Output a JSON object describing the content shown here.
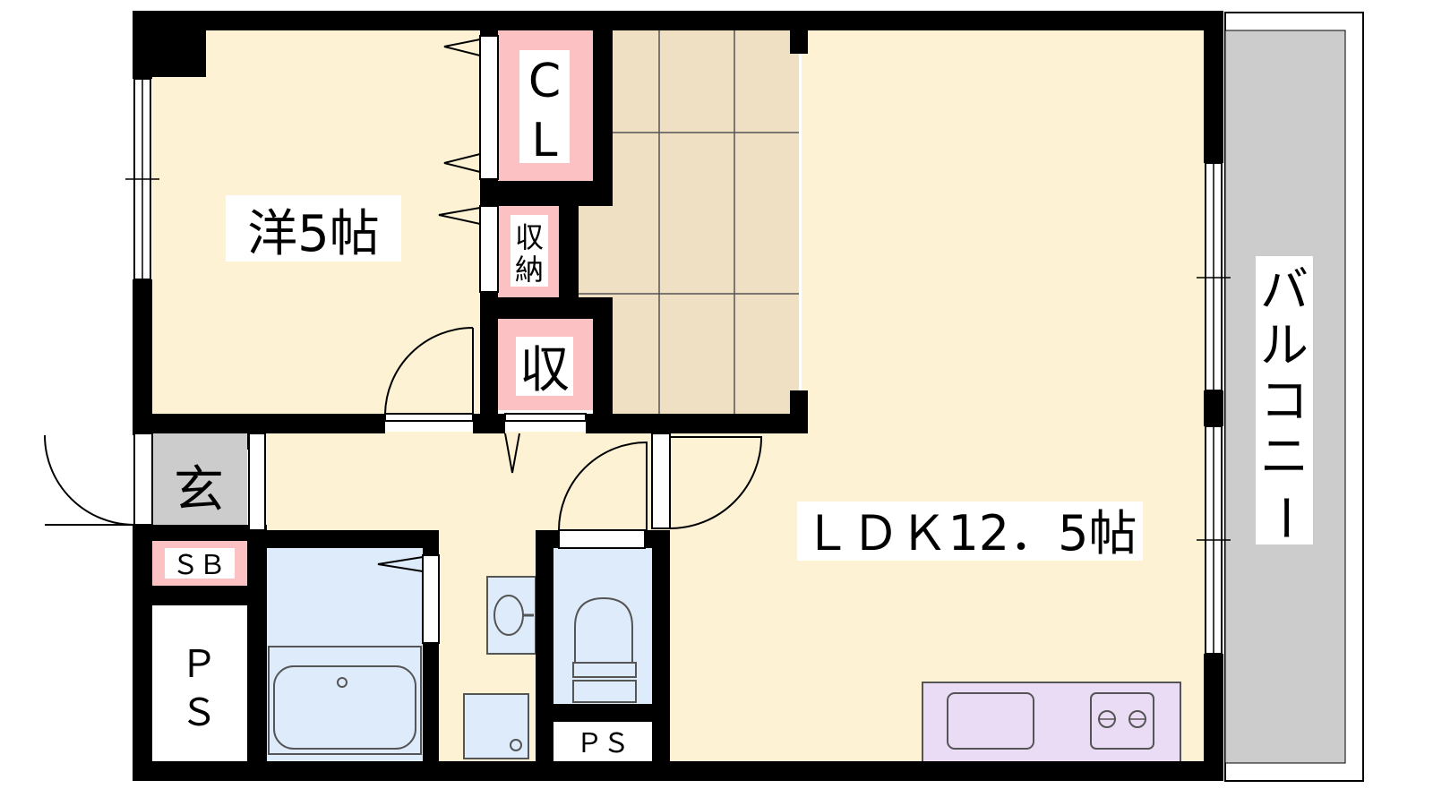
{
  "rooms": {
    "western_room": "洋5帖",
    "closet": [
      "C",
      "L"
    ],
    "storage_small": [
      "収",
      "納"
    ],
    "storage": "収",
    "entrance": "玄",
    "shoe_box": "ＳＢ",
    "pipe_space_left": [
      "Ｐ",
      "Ｓ"
    ],
    "pipe_space_bottom": "ＰＳ",
    "ldk": "ＬＤＫ12．5帖",
    "balcony": [
      "バ",
      "ル",
      "コ",
      "ニ",
      "ー"
    ]
  },
  "colors": {
    "wall": "#000000",
    "floor": "#fdf2d3",
    "stairs": "#efdfc3",
    "storage": "#fbc1c3",
    "wet_area": "#ddebfb",
    "entrance": "#cccccc",
    "balcony": "#cccccc",
    "kitchen": "#eadcf4",
    "white": "#ffffff"
  }
}
